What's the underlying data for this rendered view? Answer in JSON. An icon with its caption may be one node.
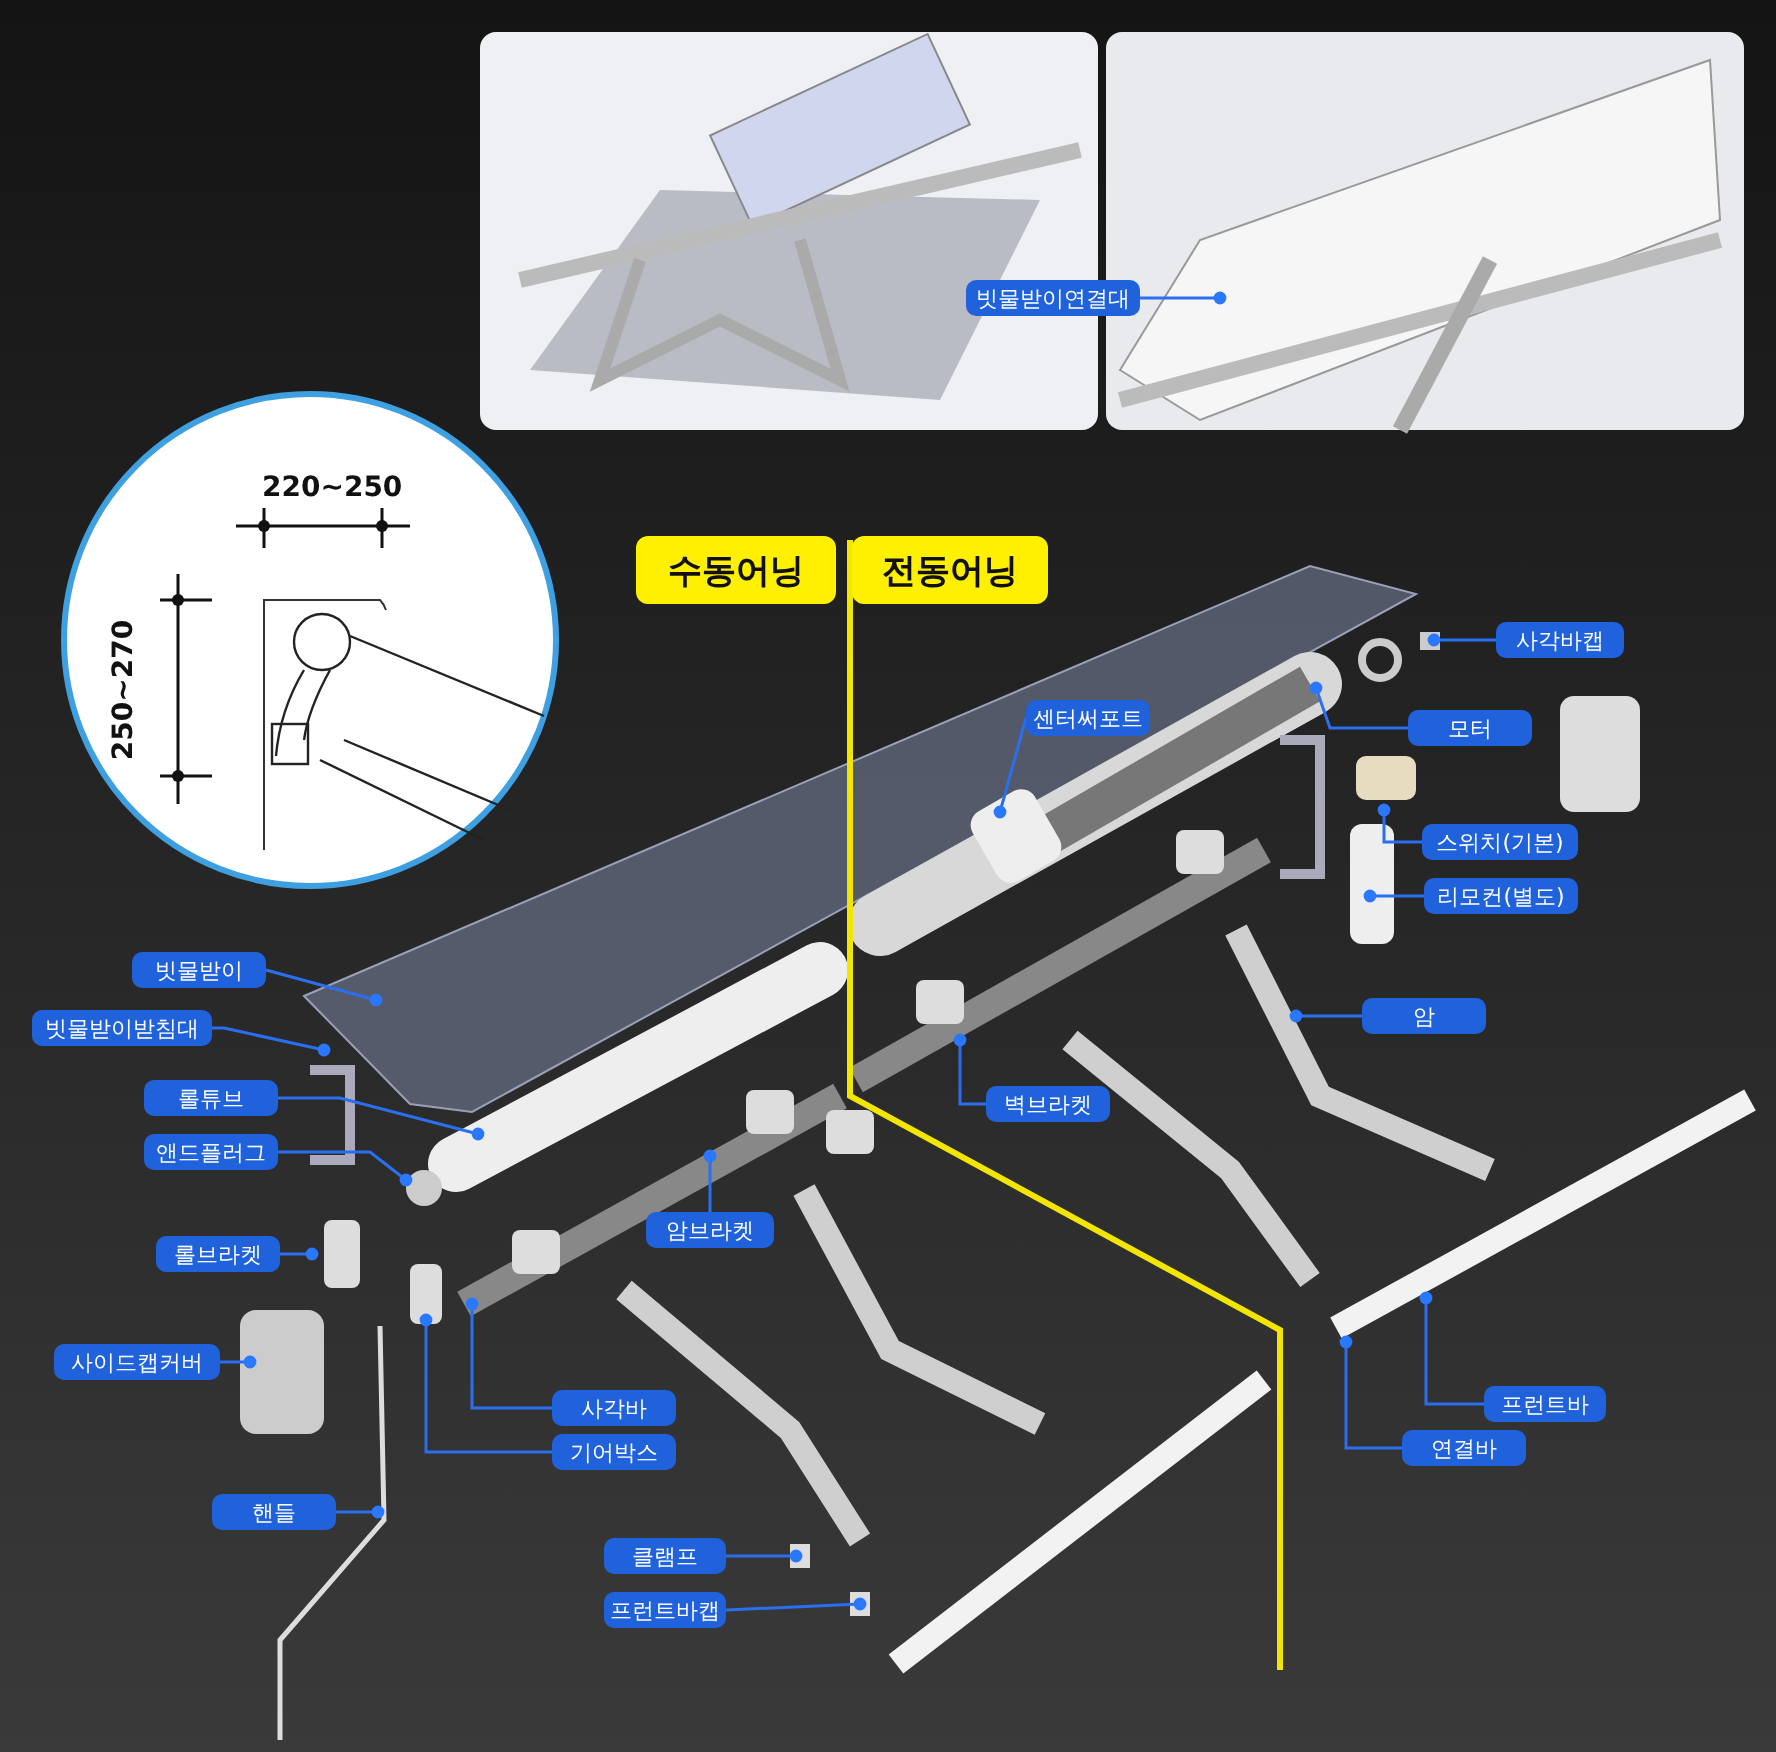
{
  "diagram": {
    "nodes": [
      {
        "text": [
          "빗물받이연결대"
        ]
      },
      {
        "text": [
          "수동어닝"
        ]
      },
      {
        "text": [
          "전동어닝"
        ]
      },
      {
        "text": [
          "사각바캡"
        ]
      },
      {
        "text": [
          "센터써포트"
        ]
      },
      {
        "text": [
          "모터"
        ]
      },
      {
        "text": [
          "스위치(기본)"
        ]
      },
      {
        "text": [
          "리모컨(별도)"
        ]
      },
      {
        "text": [
          "빗물받이"
        ]
      },
      {
        "text": [
          "암"
        ]
      },
      {
        "text": [
          "빗물받이받침대"
        ]
      },
      {
        "text": [
          "벽브라켓"
        ]
      },
      {
        "text": [
          "롤튜브"
        ]
      },
      {
        "text": [
          "앤드플러그"
        ]
      },
      {
        "text": [
          "암브라켓"
        ]
      },
      {
        "text": [
          "롤브라켓"
        ]
      },
      {
        "text": [
          "사이드캡커버"
        ]
      },
      {
        "text": [
          "프런트바"
        ]
      },
      {
        "text": [
          "사각바"
        ]
      },
      {
        "text": [
          "연결바"
        ]
      },
      {
        "text": [
          "기어박스"
        ]
      },
      {
        "text": [
          "핸들"
        ]
      },
      {
        "text": [
          "클램프"
        ]
      },
      {
        "text": [
          "프런트바캡"
        ]
      }
    ],
    "edges": [
      {
        "from": 0,
        "to": null,
        "arrow": "other"
      },
      {
        "from": 3,
        "to": null,
        "arrow": "other"
      },
      {
        "from": 4,
        "to": null,
        "arrow": "other"
      },
      {
        "from": 5,
        "to": null,
        "arrow": "other"
      },
      {
        "from": 6,
        "to": null,
        "arrow": "other"
      },
      {
        "from": 7,
        "to": null,
        "arrow": "other"
      },
      {
        "from": 8,
        "to": null,
        "arrow": "other"
      },
      {
        "from": 9,
        "to": null,
        "arrow": "other"
      },
      {
        "from": 10,
        "to": null,
        "arrow": "other"
      },
      {
        "from": 11,
        "to": null,
        "arrow": "other"
      },
      {
        "from": 12,
        "to": null,
        "arrow": "other"
      },
      {
        "from": 13,
        "to": null,
        "arrow": "other"
      },
      {
        "from": 14,
        "to": null,
        "arrow": "other"
      },
      {
        "from": 15,
        "to": null,
        "arrow": "other"
      },
      {
        "from": 16,
        "to": null,
        "arrow": "other"
      },
      {
        "from": 17,
        "to": null,
        "arrow": "other"
      },
      {
        "from": 18,
        "to": null,
        "arrow": "other"
      },
      {
        "from": 19,
        "to": null,
        "arrow": "other"
      },
      {
        "from": 20,
        "to": null,
        "arrow": "other"
      },
      {
        "from": 21,
        "to": null,
        "arrow": "other"
      },
      {
        "from": 22,
        "to": null,
        "arrow": "other"
      },
      {
        "from": 23,
        "to": null,
        "arrow": "other"
      }
    ],
    "labels": [
      "220~250",
      "250~270"
    ]
  }
}
